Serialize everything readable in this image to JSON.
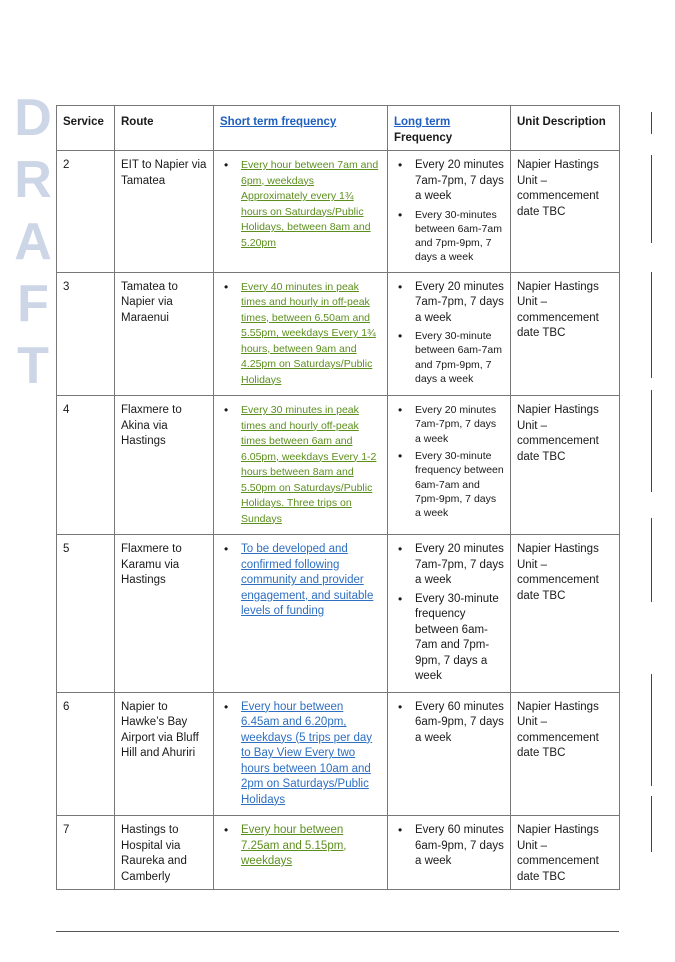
{
  "watermark": [
    "D",
    "R",
    "A",
    "F",
    "T"
  ],
  "headers": {
    "service": "Service",
    "route": "Route",
    "short": "Short term frequency",
    "long_link": "Long term",
    "long_sub": "Frequency",
    "unit": "Unit Description"
  },
  "rows": [
    {
      "service": "2",
      "route": "EIT to Napier via Tamatea",
      "short": "Every hour between 7am and 6pm, weekdays Approximately every 1¾ hours on Saturdays/Public Holidays, between 8am and 5.20pm",
      "long1": "Every 20 minutes 7am-7pm, 7 days a week",
      "long2": "Every 30-minutes between 6am-7am and 7pm-9pm, 7 days a week",
      "unit": "Napier Hastings Unit – commencement date TBC"
    },
    {
      "service": "3",
      "route": "Tamatea to Napier via Maraenui",
      "short": "Every 40 minutes in peak times and hourly in off-peak times, between 6.50am and 5.55pm, weekdays Every 1¾ hours, between 9am and 4.25pm on Saturdays/Public Holidays",
      "long1": "Every 20 minutes 7am-7pm, 7 days a week",
      "long2": "Every 30-minute between 6am-7am and 7pm-9pm, 7 days a week",
      "unit": "Napier Hastings Unit – commencement date TBC"
    },
    {
      "service": "4",
      "route": "Flaxmere to Akina via Hastings",
      "short": "Every 30 minutes in peak times and hourly off-peak times between 6am and 6.05pm, weekdays Every 1-2 hours between 8am and 5.50pm on Saturdays/Public Holidays. Three trips on Sundays",
      "long1": "Every 20 minutes 7am-7pm, 7 days a week",
      "long2": "Every 30-minute frequency between 6am-7am and 7pm-9pm, 7 days a week",
      "unit": "Napier Hastings Unit – commencement date TBC"
    },
    {
      "service": "5",
      "route": "Flaxmere to Karamu via Hastings",
      "short": "To be developed and confirmed following community and provider engagement, and suitable levels of funding",
      "long1": "Every 20 minutes 7am-7pm, 7 days a week",
      "long2": "Every 30-minute frequency between 6am-7am and 7pm-9pm, 7 days a week",
      "unit": "Napier Hastings Unit – commencement date TBC"
    },
    {
      "service": "6",
      "route": "Napier to Hawke’s Bay Airport via Bluff Hill and Ahuriri",
      "short": "Every hour between 6.45am and 6.20pm, weekdays (5 trips per day to Bay View Every two hours between 10am and 2pm on Saturdays/Public Holidays",
      "long1": "Every 60 minutes 6am-9pm, 7 days a week",
      "unit": "Napier Hastings Unit – commencement date TBC"
    },
    {
      "service": "7",
      "route": "Hastings to Hospital via Raureka and Camberly",
      "short": "Every hour between 7.25am and 5.15pm, weekdays",
      "long1": "Every 60 minutes 6am-9pm, 7 days a week",
      "unit": "Napier Hastings Unit – commencement date TBC"
    }
  ]
}
